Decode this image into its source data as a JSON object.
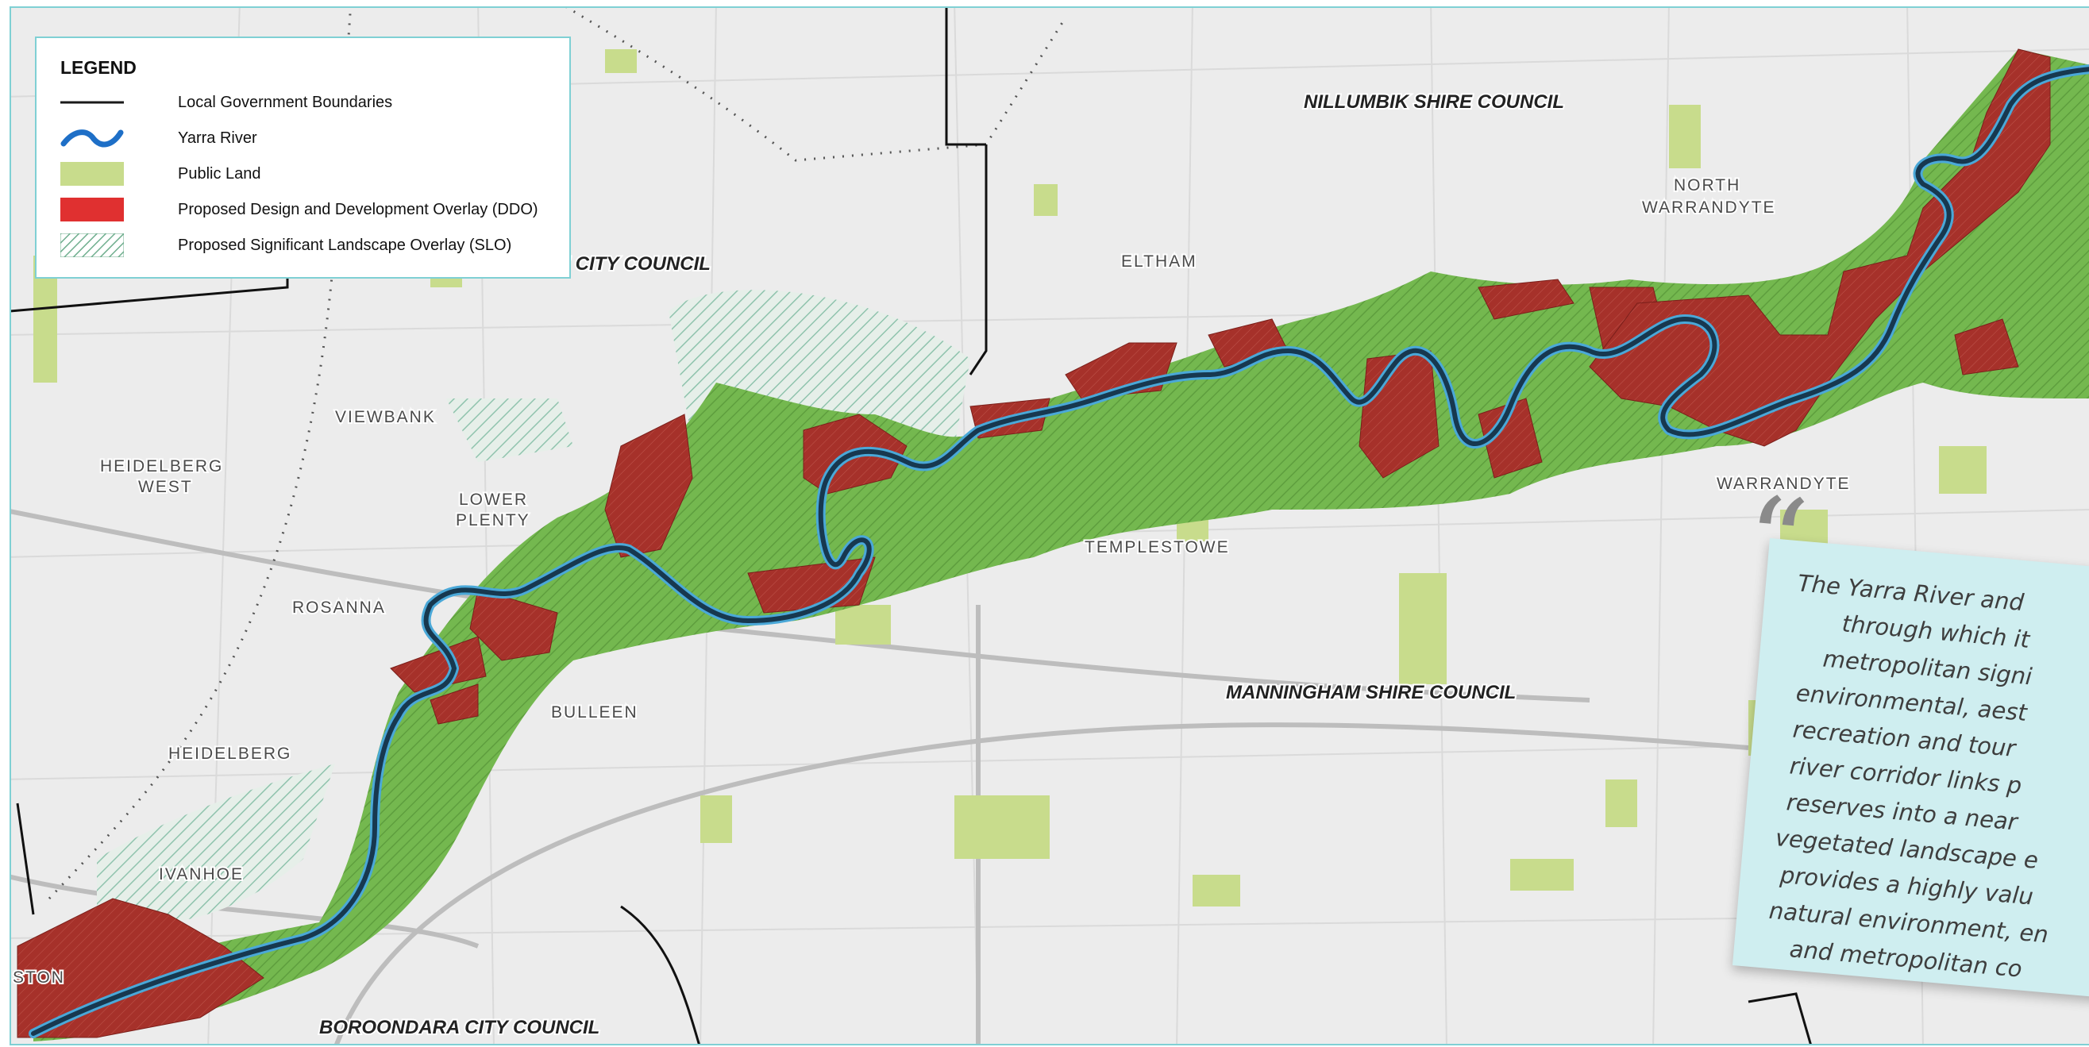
{
  "legend": {
    "title": "LEGEND",
    "items": [
      {
        "label": "Local Government Boundaries",
        "icon": "black-line-icon",
        "color": "#1a1a1a"
      },
      {
        "label": "Yarra River",
        "icon": "blue-wave-icon",
        "color": "#1e6fc7"
      },
      {
        "label": "Public Land",
        "icon": "green-fill-icon",
        "color": "#c8dc8c"
      },
      {
        "label": "Proposed Design and Development Overlay (DDO)",
        "icon": "red-fill-icon",
        "color": "#e03030"
      },
      {
        "label": "Proposed Significant Landscape Overlay (SLO)",
        "icon": "hatch-fill-icon",
        "color": "#6fae8e"
      }
    ]
  },
  "councils": {
    "nillumbik": "NILLUMBIK SHIRE COUNCIL",
    "banyule_partial": "E CITY COUNCIL",
    "manningham": "MANNINGHAM SHIRE COUNCIL",
    "boroondara": "BOROONDARA CITY COUNCIL"
  },
  "places": {
    "north_warrandyte_1": "NORTH",
    "north_warrandyte_2": "WARRANDYTE",
    "eltham": "ELTHAM",
    "viewbank": "VIEWBANK",
    "heidelberg_west_1": "HEIDELBERG",
    "heidelberg_west_2": "WEST",
    "lower_plenty_1": "LOWER",
    "lower_plenty_2": "PLENTY",
    "templestowe": "TEMPLESTOWE",
    "warrandyte": "WARRANDYTE",
    "rosanna": "ROSANNA",
    "bulleen": "BULLEEN",
    "heidelberg": "HEIDELBERG",
    "ivanhoe": "IVANHOE",
    "kew_partial": "STON"
  },
  "quote": {
    "mark": "“",
    "lines": [
      "The Yarra River and",
      "through which it",
      "metropolitan signi",
      "environmental, aest",
      "recreation and tour",
      "river corridor links p",
      "reserves into a near",
      "vegetated landscape e",
      "provides a highly valu",
      "natural environment, en",
      "and metropolitan co"
    ]
  },
  "colors": {
    "river": "#1a4f6e",
    "river_edge": "#4aa8d8",
    "ddo": "#a8332b",
    "slo_green": "#6db24a",
    "slo_light": "#a9d3c4",
    "public_land": "#c8dc8c",
    "boundary": "#111111"
  }
}
